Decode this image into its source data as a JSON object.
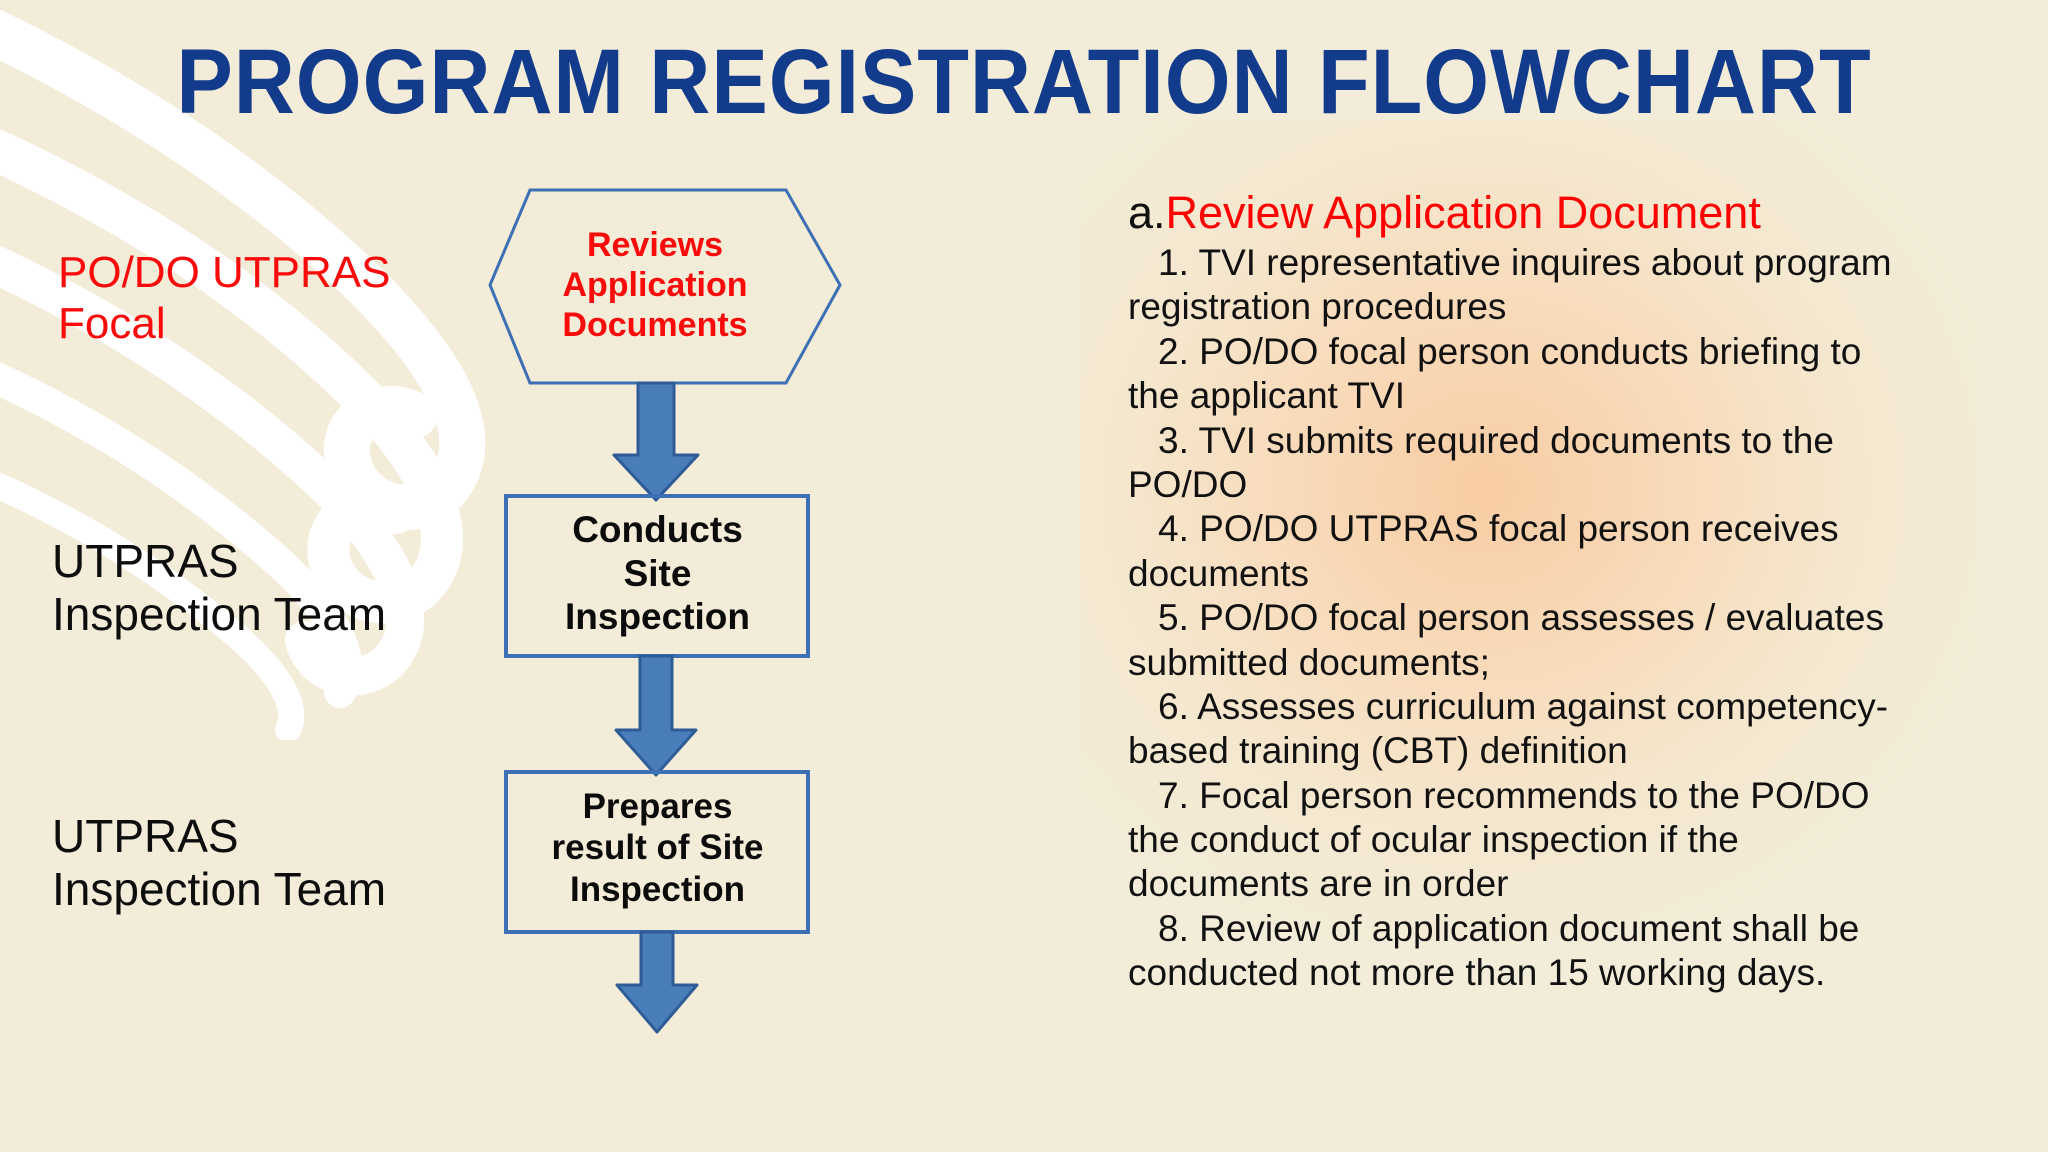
{
  "title": "PROGRAM REGISTRATION FLOWCHART",
  "colors": {
    "background": "#f2ecd8",
    "glow": "#f9cba0",
    "title_blue": "#123b8c",
    "accent_red": "#fa0a0a",
    "shape_stroke": "#3d6fb5",
    "arrow_fill": "#4a7ebb",
    "arrow_stroke": "#2f5c96",
    "body_text": "#111111"
  },
  "roles": [
    {
      "id": "po-do-utpras-focal",
      "label": "PO/DO UTPRAS\nFocal",
      "color": "#fa0a0a"
    },
    {
      "id": "utpras-inspection-team-1",
      "label": "UTPRAS\nInspection Team",
      "color": "#0d0d0d"
    },
    {
      "id": "utpras-inspection-team-2",
      "label": "UTPRAS\nInspection Team",
      "color": "#0d0d0d"
    }
  ],
  "flow": {
    "nodes": [
      {
        "id": "reviews-application-documents",
        "shape": "hexagon",
        "label": "Reviews\nApplication\nDocuments",
        "text_color": "#fa0a0a"
      },
      {
        "id": "conducts-site-inspection",
        "shape": "rectangle",
        "label": "Conducts\nSite\nInspection",
        "text_color": "#0b0b0b"
      },
      {
        "id": "prepares-result-of-site-inspection",
        "shape": "rectangle",
        "label": "Prepares\nresult of  Site\nInspection",
        "text_color": "#0b0b0b"
      }
    ],
    "connectors": [
      {
        "id": "arrow-1",
        "from": "reviews-application-documents",
        "to": "conducts-site-inspection",
        "direction": "down"
      },
      {
        "id": "arrow-2",
        "from": "conducts-site-inspection",
        "to": "prepares-result-of-site-inspection",
        "direction": "down"
      },
      {
        "id": "arrow-3",
        "from": "prepares-result-of-site-inspection",
        "to": "",
        "direction": "down"
      }
    ]
  },
  "procedure": {
    "marker": "a.",
    "heading": "Review Application Document",
    "items": [
      "1. TVI representative inquires about program registration procedures",
      "2. PO/DO focal person conducts briefing to the applicant TVI",
      "3.  TVI submits required documents to the PO/DO",
      "4. PO/DO UTPRAS focal person receives documents",
      "5. PO/DO focal person assesses /    evaluates submitted documents;",
      "6.  Assesses curriculum against competency-based training (CBT) definition",
      "7.  Focal person recommends to the PO/DO the conduct of ocular inspection if the documents are in order",
      "8. Review of  application document shall be conducted not more than 15 working days."
    ]
  }
}
